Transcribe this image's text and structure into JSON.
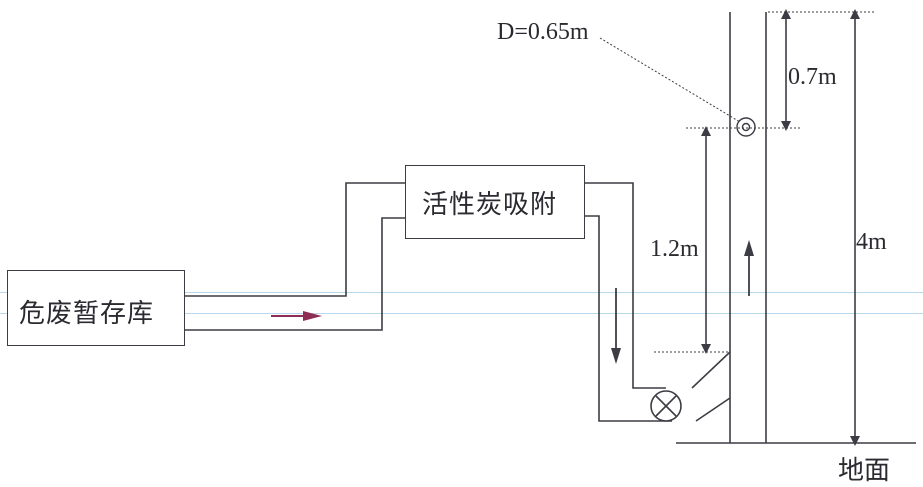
{
  "diagram": {
    "storage_label": "危废暂存库",
    "adsorption_label": "活性炭吸附",
    "diameter_label": "D=0.65m",
    "dim_top_label": "0.7m",
    "dim_mid_label": "1.2m",
    "dim_total_label": "4m",
    "ground_label": "地面"
  },
  "colors": {
    "line": "#3c3c44",
    "flow_arrow": "#8e2e55",
    "rule": "#b9d7ea"
  }
}
